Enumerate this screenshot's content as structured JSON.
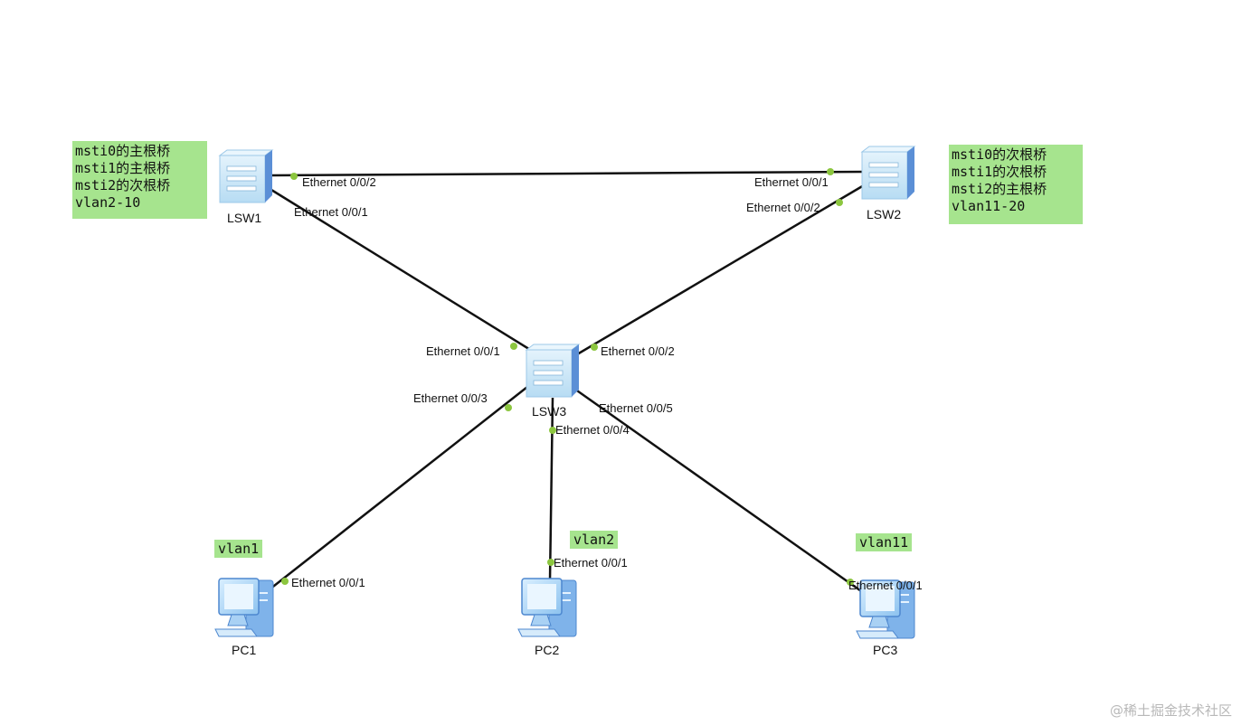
{
  "devices": {
    "lsw1": {
      "name": "LSW1"
    },
    "lsw2": {
      "name": "LSW2"
    },
    "lsw3": {
      "name": "LSW3"
    },
    "pc1": {
      "name": "PC1"
    },
    "pc2": {
      "name": "PC2"
    },
    "pc3": {
      "name": "PC3"
    }
  },
  "ports": {
    "lsw1_e2": "Ethernet 0/0/2",
    "lsw1_e1": "Ethernet 0/0/1",
    "lsw2_e1": "Ethernet 0/0/1",
    "lsw2_e2": "Ethernet 0/0/2",
    "lsw3_e1": "Ethernet 0/0/1",
    "lsw3_e2": "Ethernet 0/0/2",
    "lsw3_e3": "Ethernet 0/0/3",
    "lsw3_e4": "Ethernet 0/0/4",
    "lsw3_e5": "Ethernet 0/0/5",
    "pc1_e1": "Ethernet 0/0/1",
    "pc2_e1": "Ethernet 0/0/1",
    "pc3_e1": "Ethernet 0/0/1"
  },
  "notes": {
    "lsw1": [
      "msti0的主根桥",
      "msti1的主根桥",
      "msti2的次根桥",
      "vlan2-10"
    ],
    "lsw2": [
      "msti0的次根桥",
      "msti1的次根桥",
      "msti2的主根桥",
      "vlan11-20"
    ]
  },
  "vlan_tags": {
    "pc1": "vlan1",
    "pc2": "vlan2",
    "pc3": "vlan11"
  },
  "watermark": "@稀土掘金技术社区",
  "colors": {
    "note_bg": "#a6e48e",
    "port_dot": "#8cc63f",
    "link": "#111111",
    "switch_body": "#c7e5f7",
    "switch_side": "#5b8fd6"
  }
}
